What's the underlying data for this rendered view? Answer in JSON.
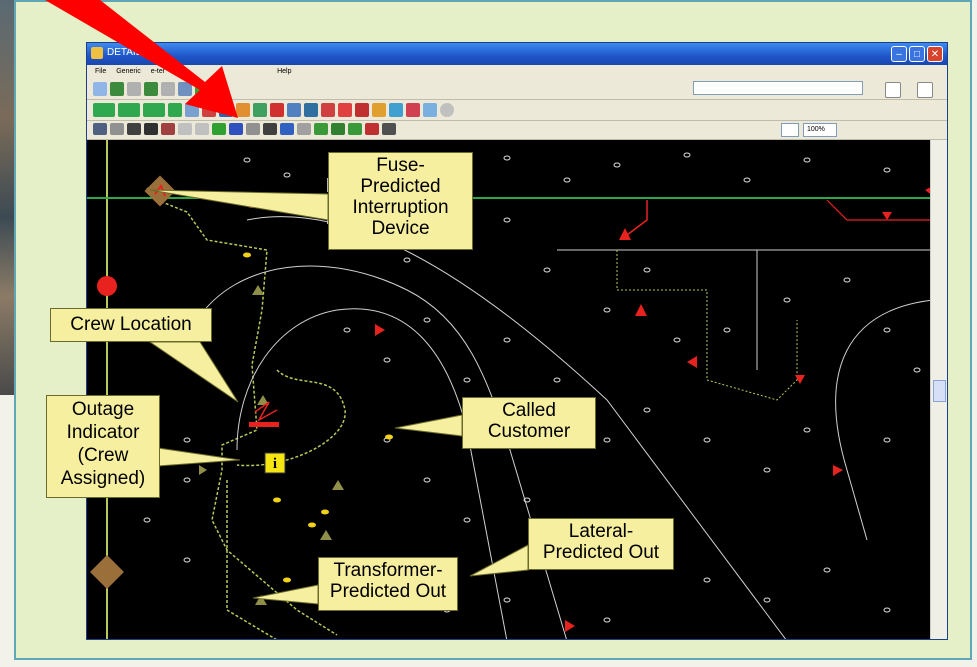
{
  "window": {
    "title": "DETAIL",
    "menu": [
      "File",
      "Generic",
      "e-ter",
      "Help"
    ],
    "zoom": "100%"
  },
  "callouts": {
    "fuse": "Fuse-\nPredicted\nInterruption\nDevice",
    "crew_location": "Crew Location",
    "outage_indicator": "Outage\nIndicator\n(Crew\nAssigned)",
    "called_customer": "Called\nCustomer",
    "lateral": "Lateral-\nPredicted Out",
    "transformer": "Transformer-\nPredicted Out"
  },
  "colors": {
    "callout_bg": "#f6ef9f",
    "map_bg": "#000000",
    "feeder_line": "#b7c95a",
    "marker_red": "#e8231f",
    "arrow_red": "#ff0000",
    "panel_bg": "#e6f0c8",
    "panel_border": "#5fa6b6"
  },
  "icons": {
    "window": "app-icon",
    "minimize": "minimize-icon",
    "maximize": "maximize-icon",
    "close": "close-icon",
    "outage": "outage-info-icon",
    "pointer": "red-arrow-pointer"
  }
}
